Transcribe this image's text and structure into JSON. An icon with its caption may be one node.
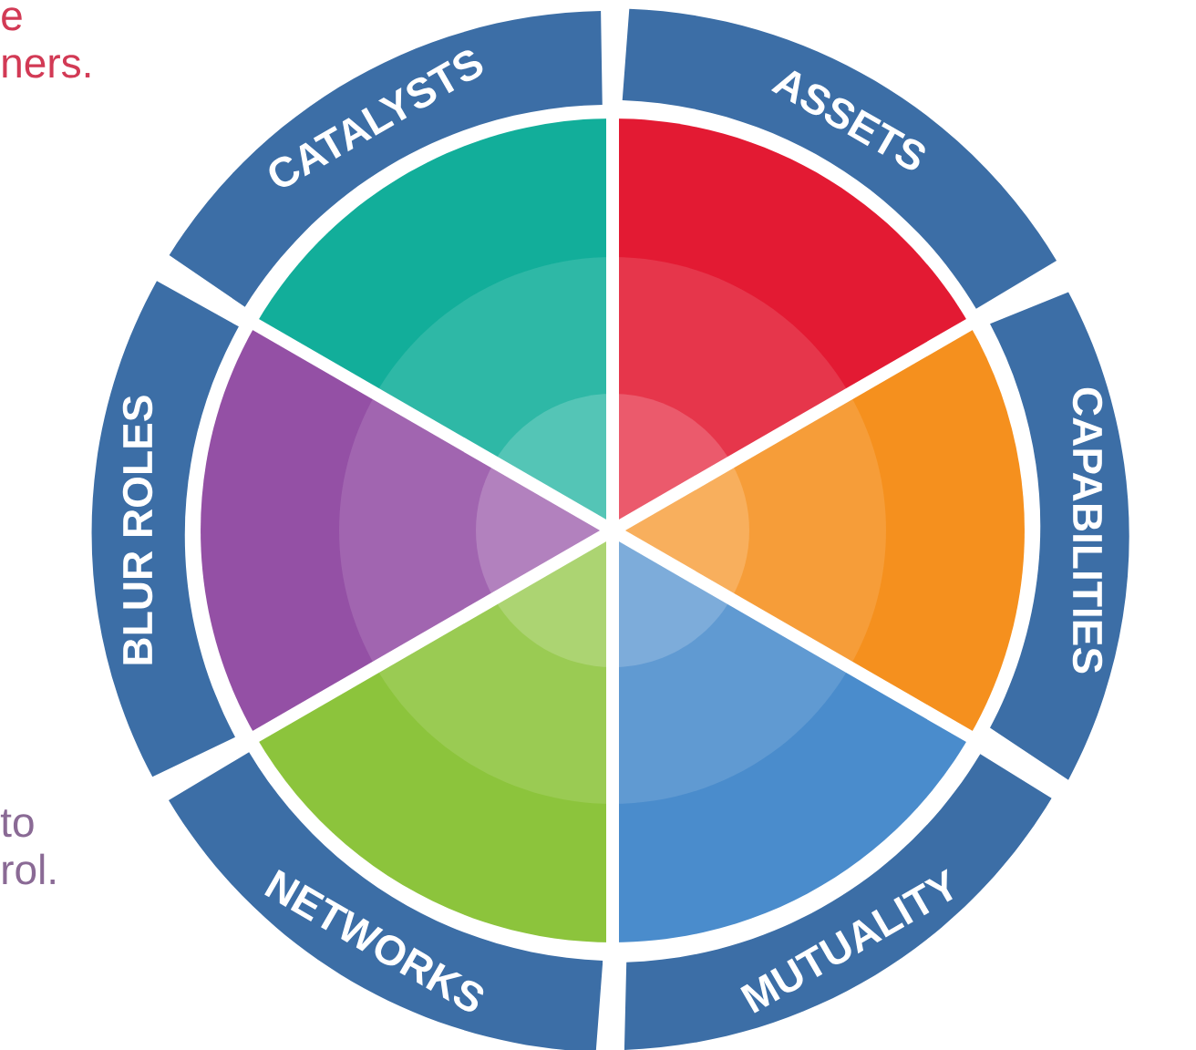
{
  "diagram": {
    "nodes": [
      {
        "text": [
          "ASSETS"
        ]
      },
      {
        "text": [
          "CAPABILITIES"
        ]
      },
      {
        "text": [
          "MUTUALITY"
        ]
      },
      {
        "text": [
          "NETWORKS"
        ]
      },
      {
        "text": [
          "BLUR ROLES"
        ]
      },
      {
        "text": [
          "CATALYSTS"
        ]
      }
    ],
    "labels": [
      "e ners.",
      "to rol."
    ]
  }
}
